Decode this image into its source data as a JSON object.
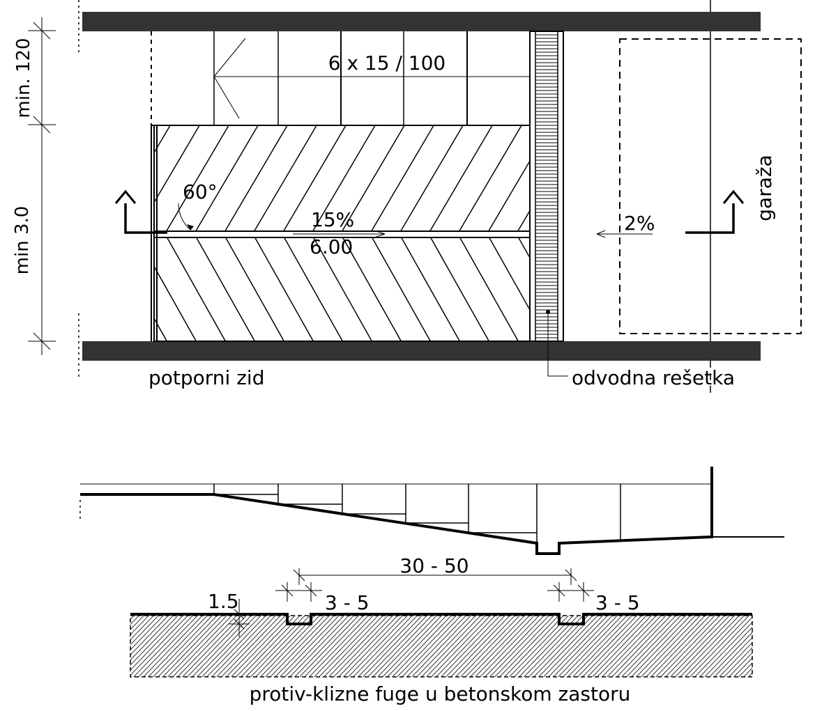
{
  "plan": {
    "dim_top": "min. 120",
    "dim_main": "min 3.0",
    "stair_label": "6 x 15 / 100",
    "angle": "60°",
    "slope_ramp": "15%",
    "length": "6.00",
    "slope_garage": "2%",
    "garage": "garaža",
    "wall": "potporni zid",
    "drain": "odvodna rešetka"
  },
  "detail": {
    "spacing": "30 - 50",
    "depth": "1.5",
    "width_left": "3 - 5",
    "width_right": "3 - 5",
    "caption": "protiv-klizne fuge u betonskom zastoru"
  }
}
